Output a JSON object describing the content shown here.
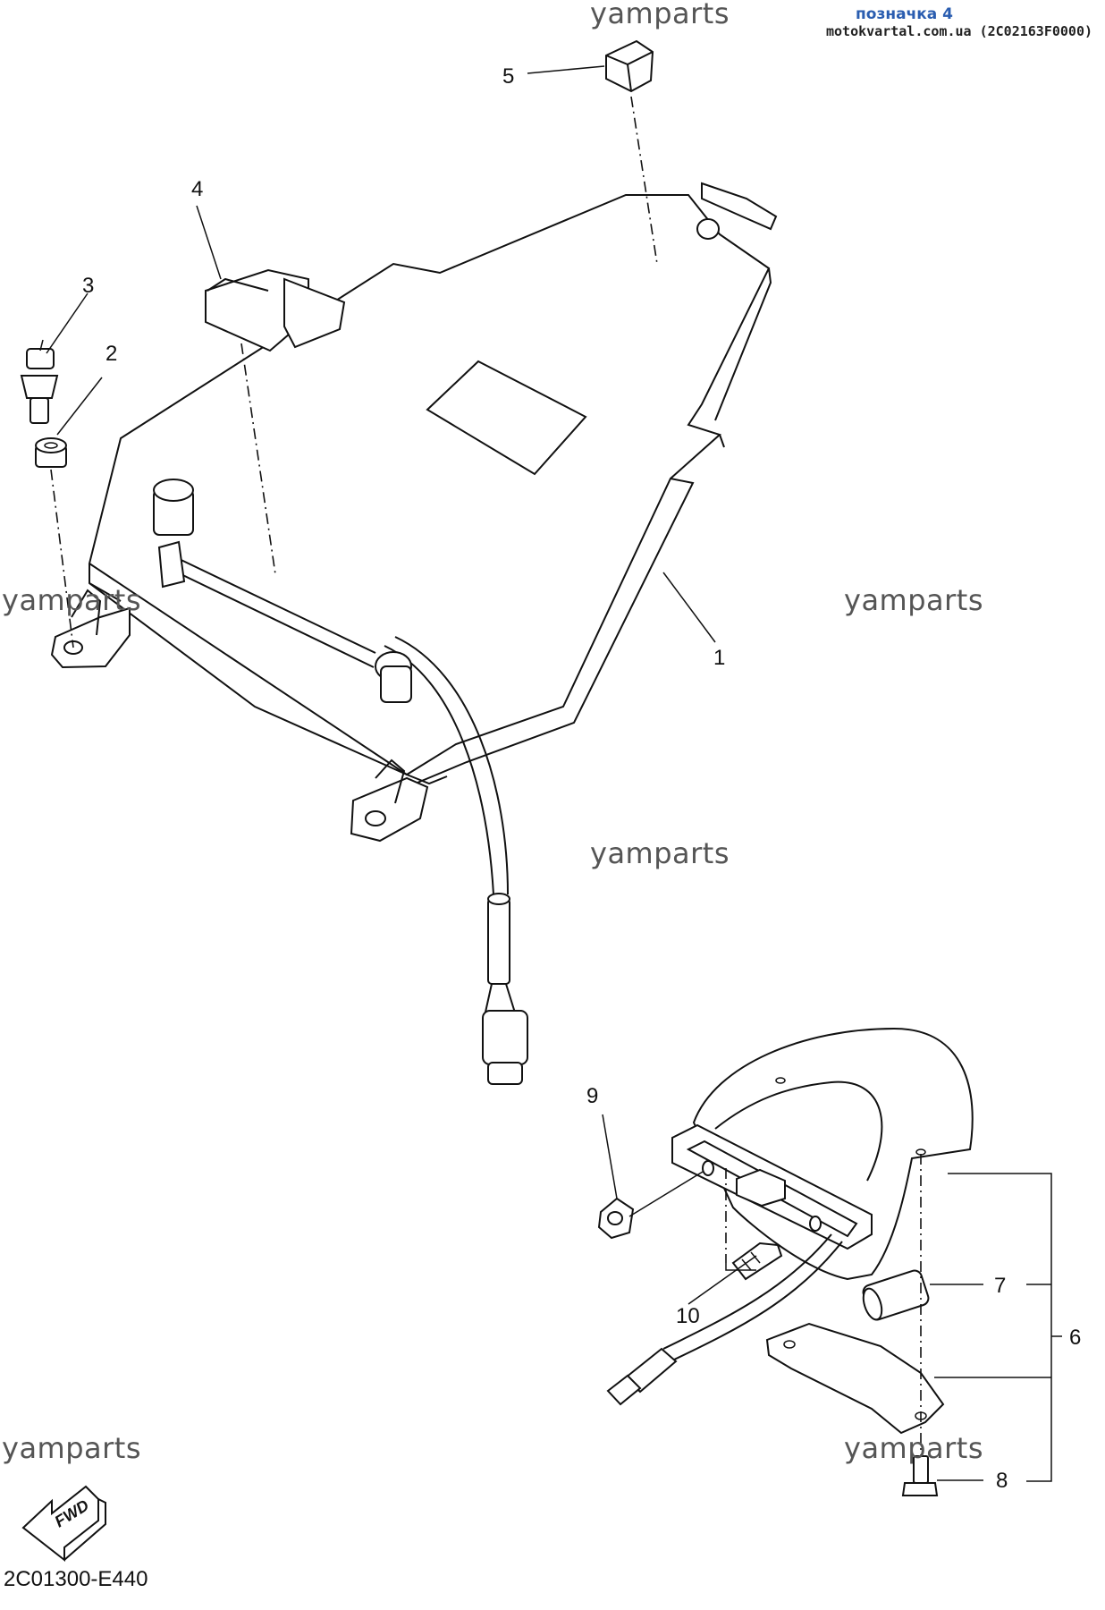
{
  "header": {
    "tag": "позначка 4",
    "source": "motokvartal.com.ua (2C02163F0000)"
  },
  "watermarks": [
    "yamparts",
    "yamparts",
    "yamparts",
    "yamparts",
    "yamparts",
    "yamparts"
  ],
  "callouts": {
    "c1": "1",
    "c2": "2",
    "c3": "3",
    "c4": "4",
    "c5": "5",
    "c6": "6",
    "c7": "7",
    "c8": "8",
    "c9": "9",
    "c10": "10"
  },
  "fwd_label": "FWD",
  "diagram_code": "2C01300-E440"
}
